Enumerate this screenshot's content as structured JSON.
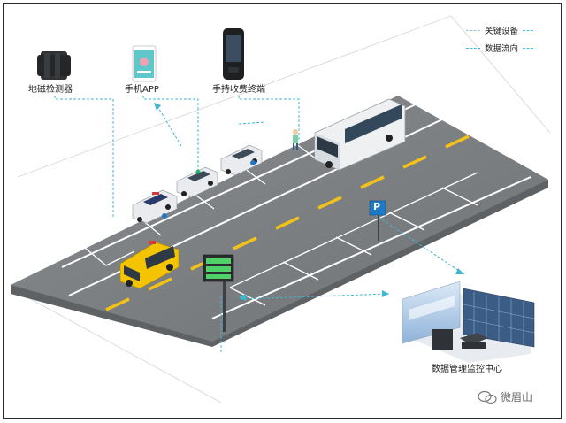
{
  "legend": {
    "key_device": "关键设备",
    "data_flow": "数据流向"
  },
  "devices": {
    "sensor": "地磁检测器",
    "app": "手机APP",
    "handheld": "手持收费终端"
  },
  "center": {
    "label": "数据管理监控中心"
  },
  "parking_sign": {
    "glyph": "P"
  },
  "watermark": {
    "text": "微眉山"
  },
  "colors": {
    "road": "#7d8083",
    "road_side": "#5f6264",
    "lane_yellow": "#f2c218",
    "flow_line": "#3fb7d2",
    "sign_blue": "#1f79c4",
    "bus_white": "#eef0f1",
    "ambulance_yellow": "#f4c400"
  }
}
